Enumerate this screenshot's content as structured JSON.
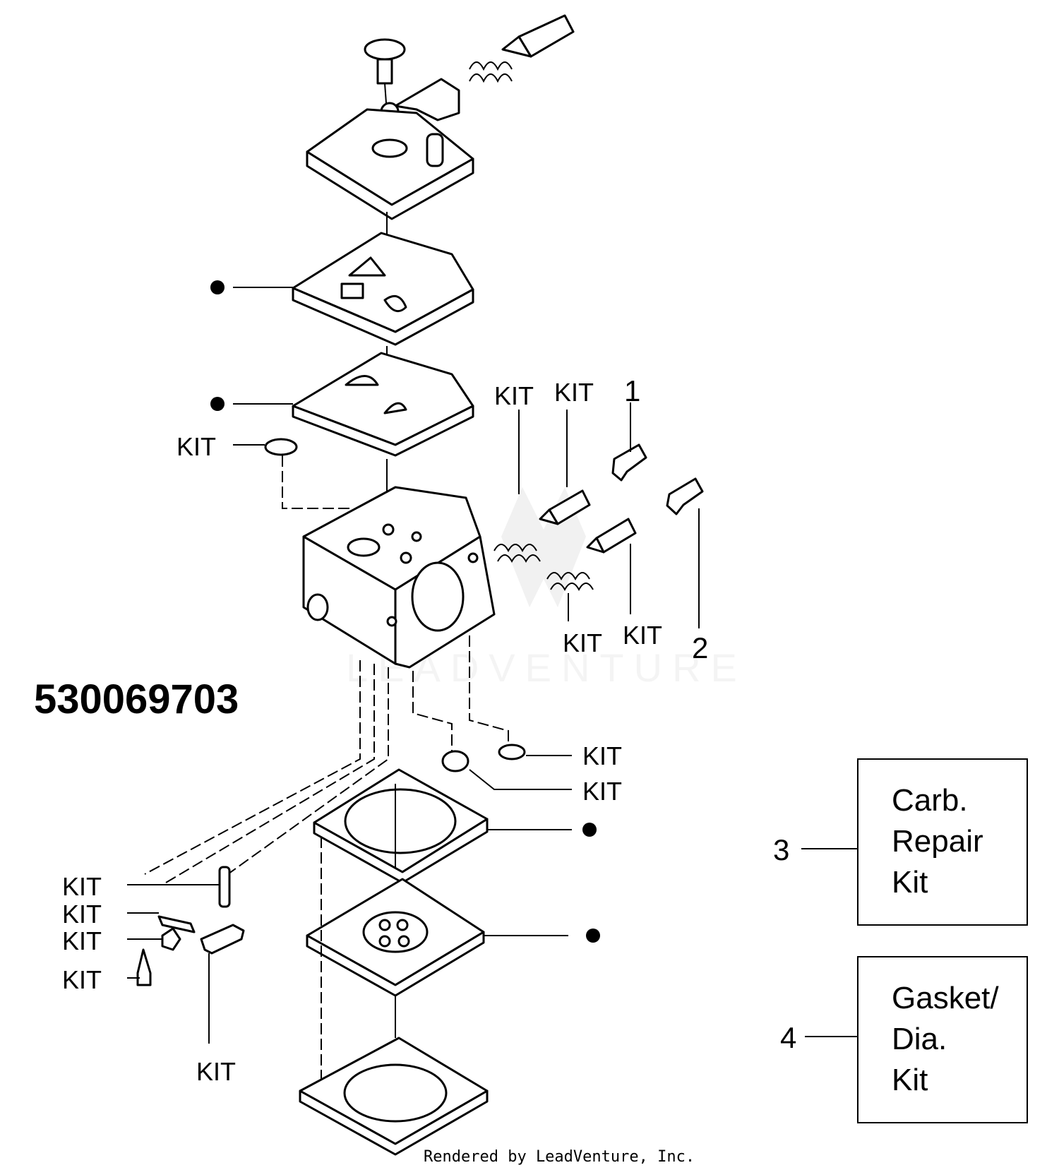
{
  "diagram": {
    "part_number": "530069703",
    "kit_label": "KIT",
    "callout_1": "1",
    "callout_2": "2",
    "callout_3": "3",
    "callout_4": "4",
    "kits": {
      "carb_repair": [
        "Carb.",
        "Repair",
        "Kit"
      ],
      "gasket_dia": [
        "Gasket/",
        "Dia.",
        "Kit"
      ]
    },
    "watermark": "LEADVENTURE",
    "footer": "Rendered by LeadVenture, Inc."
  }
}
